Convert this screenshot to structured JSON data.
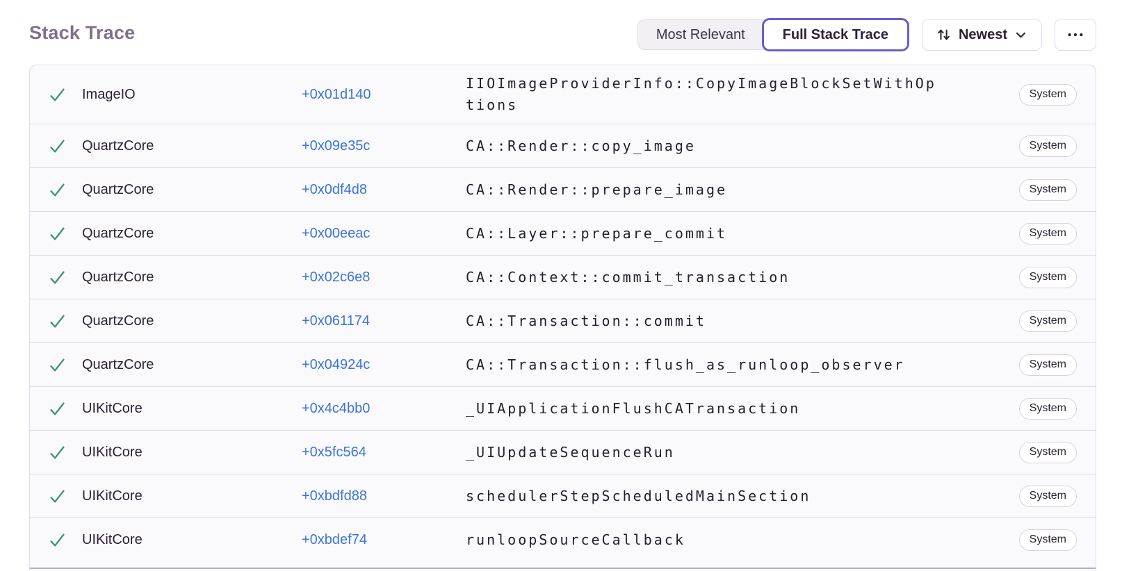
{
  "colors": {
    "accent-purple": "#6a5ec7",
    "link-blue": "#3c74dd",
    "check-green": "#3a9373",
    "title-gray": "#80708f",
    "text-dark": "#2b2233",
    "border": "#dfdbe6",
    "separator": "#dcdae4",
    "row-bg": "#faf9fb",
    "inactive-seg-bg": "#f2f0f5",
    "badge-border": "#d8d4de",
    "scroll-divider": "#b6b0bf"
  },
  "header": {
    "title": "Stack Trace",
    "toggle": {
      "options": [
        "Most Relevant",
        "Full Stack Trace"
      ],
      "selected": "Full Stack Trace"
    },
    "sort_button": {
      "label": "Newest",
      "icon": "sort-arrows",
      "chevron": "chevron-down"
    },
    "more_button": {
      "icon": "ellipsis"
    }
  },
  "table": {
    "rows": [
      {
        "module": "ImageIO",
        "address": "+0x01d140",
        "function": "IIOImageProviderInfo::CopyImageBlockSetWithOptions",
        "tag": "System"
      },
      {
        "module": "QuartzCore",
        "address": "+0x09e35c",
        "function": "CA::Render::copy_image",
        "tag": "System"
      },
      {
        "module": "QuartzCore",
        "address": "+0x0df4d8",
        "function": "CA::Render::prepare_image",
        "tag": "System"
      },
      {
        "module": "QuartzCore",
        "address": "+0x00eeac",
        "function": "CA::Layer::prepare_commit",
        "tag": "System"
      },
      {
        "module": "QuartzCore",
        "address": "+0x02c6e8",
        "function": "CA::Context::commit_transaction",
        "tag": "System"
      },
      {
        "module": "QuartzCore",
        "address": "+0x061174",
        "function": "CA::Transaction::commit",
        "tag": "System"
      },
      {
        "module": "QuartzCore",
        "address": "+0x04924c",
        "function": "CA::Transaction::flush_as_runloop_observer",
        "tag": "System"
      },
      {
        "module": "UIKitCore",
        "address": "+0x4c4bb0",
        "function": "_UIApplicationFlushCATransaction",
        "tag": "System"
      },
      {
        "module": "UIKitCore",
        "address": "+0x5fc564",
        "function": "_UIUpdateSequenceRun",
        "tag": "System"
      },
      {
        "module": "UIKitCore",
        "address": "+0xbdfd88",
        "function": "schedulerStepScheduledMainSection",
        "tag": "System"
      },
      {
        "module": "UIKitCore",
        "address": "+0xbdef74",
        "function": "runloopSourceCallback",
        "tag": "System"
      }
    ]
  }
}
